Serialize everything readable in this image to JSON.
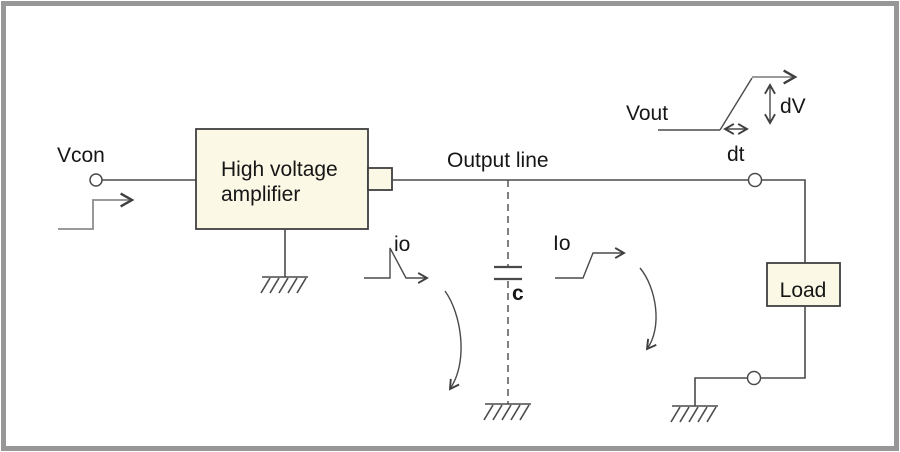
{
  "diagram": {
    "type": "circuit-schematic",
    "labels": {
      "vcon": "Vcon",
      "amplifier_line1": "High voltage",
      "amplifier_line2": "amplifier",
      "output_line": "Output line",
      "vout": "Vout",
      "dv": "dV",
      "dt": "dt",
      "io_amplifier": "io",
      "io_load": "Io",
      "capacitor": "c",
      "load": "Load"
    },
    "colors": {
      "box_fill": "#fbf8e6",
      "box_border": "#3f3f3f",
      "wire": "#4a4a4a",
      "signal_gray": "#8c8c8c",
      "text": "#161616",
      "frame": "#979797"
    }
  }
}
